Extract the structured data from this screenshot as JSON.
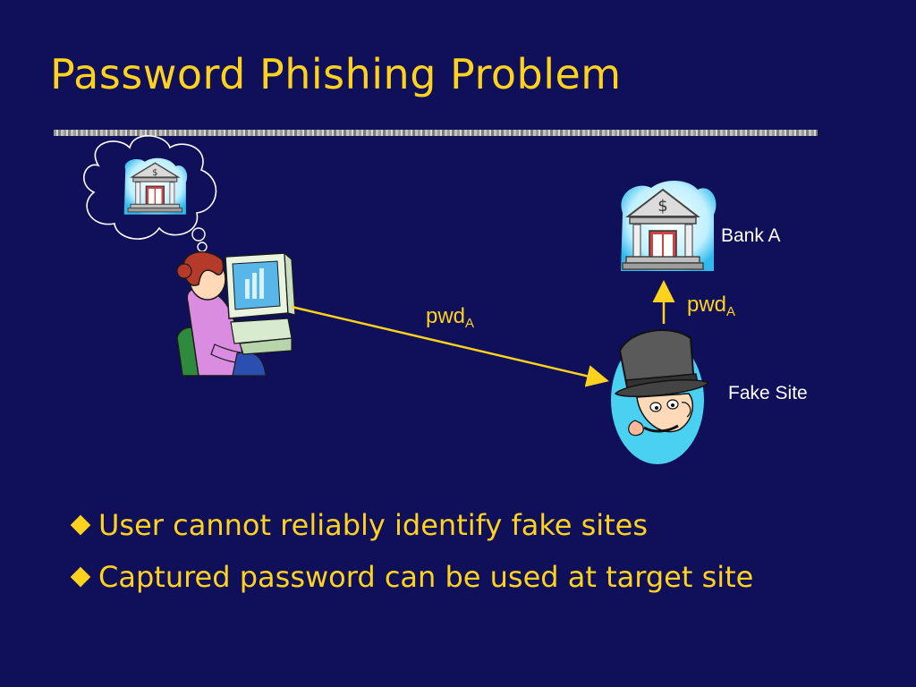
{
  "title": "Password Phishing Problem",
  "diagram": {
    "bank_label": "Bank A",
    "fake_site_label": "Fake Site",
    "pwd_user_to_fake": {
      "text": "pwd",
      "sub": "A"
    },
    "pwd_fake_to_bank": {
      "text": "pwd",
      "sub": "A"
    }
  },
  "bullets": [
    "User cannot reliably identify fake sites",
    "Captured password can be used at target site"
  ],
  "colors": {
    "background": "#10105a",
    "title": "#ffd21e",
    "arrow": "#ffd21e",
    "label": "#ffffff"
  },
  "icons": [
    "thought-bubble-bank-icon",
    "user-at-computer-icon",
    "bank-building-icon",
    "phisher-top-hat-icon",
    "bullet-diamond-icon"
  ]
}
